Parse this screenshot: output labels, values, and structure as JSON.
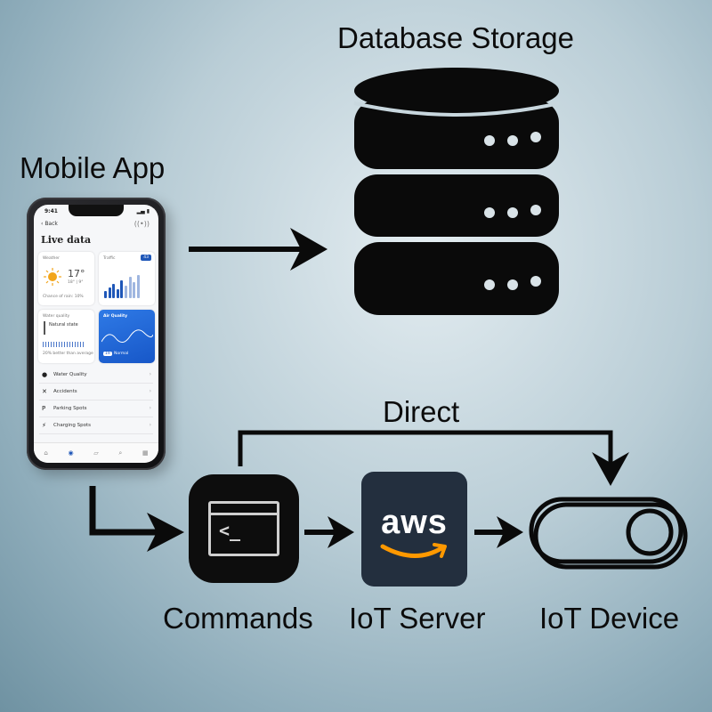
{
  "labels": {
    "database": "Database Storage",
    "mobile_app": "Mobile App",
    "direct": "Direct",
    "commands": "Commands",
    "iot_server": "IoT Server",
    "iot_device": "IoT Device"
  },
  "aws_logo_text": "aws",
  "phone": {
    "time": "9:41",
    "back": "Back",
    "title": "Live data",
    "weather": {
      "label": "Weather",
      "temp": "17°",
      "range": "18° | 9°",
      "note": "Chance of rain: 10%"
    },
    "traffic": {
      "label": "Traffic",
      "badge": "43"
    },
    "water": {
      "label": "Water quality",
      "value": "Natural state",
      "note": "20% better than average"
    },
    "air": {
      "label": "Air Quality",
      "badge": "19",
      "status": "Normal"
    },
    "list": [
      {
        "icon": "droplet-icon",
        "glyph": "💧",
        "label": "Water Quality"
      },
      {
        "icon": "accident-icon",
        "glyph": "✕",
        "label": "Accidents"
      },
      {
        "icon": "parking-icon",
        "glyph": "P",
        "label": "Parking Spots"
      },
      {
        "icon": "charging-icon",
        "glyph": "⚡",
        "label": "Charging Spots"
      }
    ],
    "tabs": [
      "Home",
      "Live data",
      "Map",
      "Search",
      "Menu"
    ]
  },
  "colors": {
    "ink": "#0c0c0c",
    "aws_bg": "#232f3e",
    "aws_smile": "#ff9900",
    "phone_accent": "#1f57b8"
  }
}
